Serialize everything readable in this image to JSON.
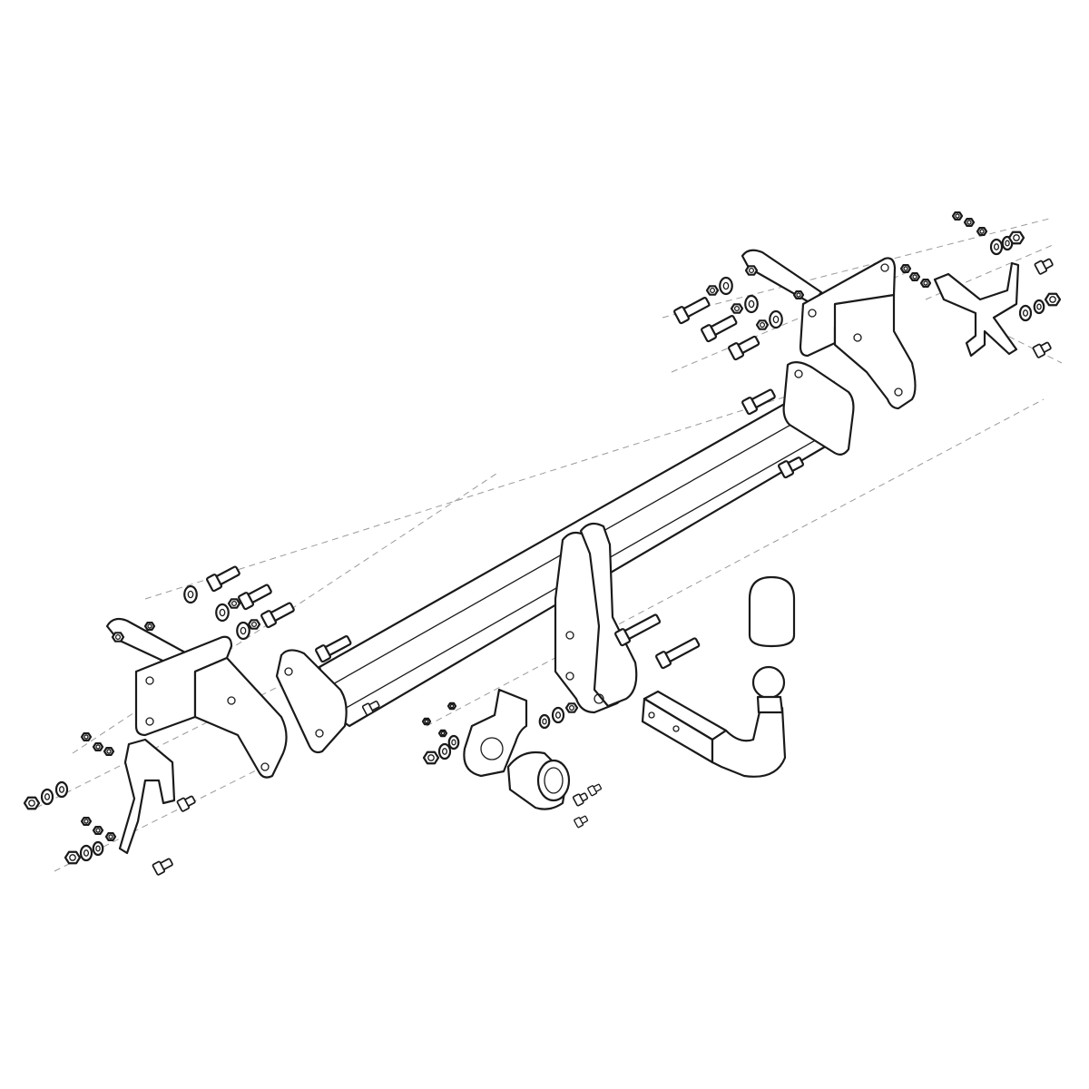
{
  "diagram": {
    "type": "exploded-assembly-drawing",
    "colors": {
      "background": "#ffffff",
      "line": "#1a1a1a",
      "axis_line": "#9a9a9a"
    },
    "parts_icons": [
      "crossbar-beam",
      "end-plate",
      "side-bracket",
      "support-bracket",
      "hanger-plate",
      "tow-ball-neck",
      "ball-cap",
      "socket-plate",
      "electrical-socket",
      "bolt",
      "nut",
      "washer"
    ]
  }
}
